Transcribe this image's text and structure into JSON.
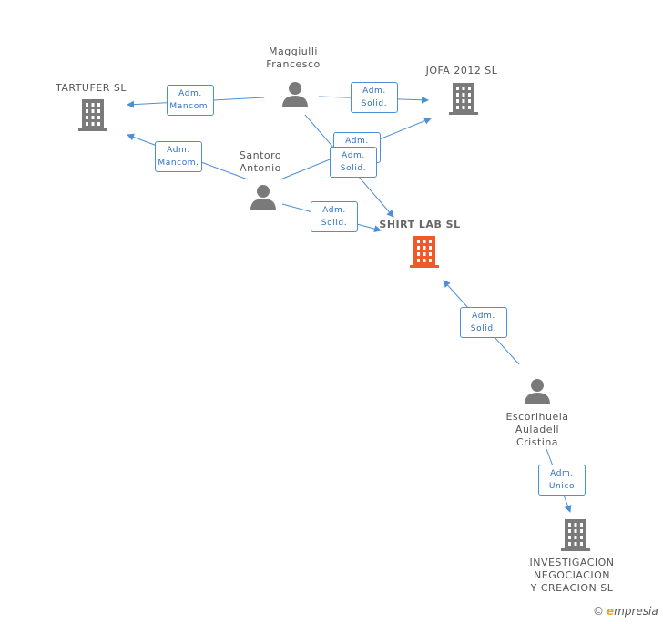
{
  "nodes": {
    "tartufer": {
      "label": "TARTUFER  SL",
      "kind": "company"
    },
    "maggiulli": {
      "label": "Maggiulli\nFrancesco",
      "kind": "person"
    },
    "jofa": {
      "label": "JOFA 2012 SL",
      "kind": "company"
    },
    "santoro": {
      "label": "Santoro\nAntonio",
      "kind": "person"
    },
    "shirtlab": {
      "label": "SHIRT LAB  SL",
      "kind": "company-main"
    },
    "escorihuela": {
      "label": "Escorihuela\nAuladell\nCristina",
      "kind": "person"
    },
    "investigacion": {
      "label": "INVESTIGACION\nNEGOCIACION\nY CREACION SL",
      "kind": "company"
    }
  },
  "relations": {
    "r1": "Adm.\nMancom.",
    "r2": "Adm.\nSolid.",
    "r3": "Adm.\nSolid.",
    "r4": "Adm.\nMancom.",
    "r5": "Adm.\nSolid.",
    "r6": "Adm.\nSolid.",
    "r7": "Adm.\nSolid.",
    "r8": "Adm.\nUnico"
  },
  "colors": {
    "edge": "#4a8fd8",
    "icon": "#7a7a7a",
    "main": "#f05a28"
  },
  "brand": {
    "copyright": "©",
    "e": "e",
    "rest": "mpresia"
  }
}
